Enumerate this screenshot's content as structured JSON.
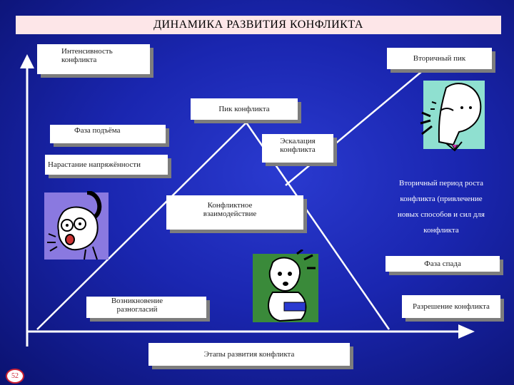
{
  "title": "ДИНАМИКА РАЗВИТИЯ КОНФЛИКТА",
  "labels": {
    "intensity": "Интенсивность конфликта",
    "secondary_peak": "Вторичный пик",
    "peak": "Пик конфликта",
    "rise_phase": "Фаза подъёма",
    "escalation": "Эскалация конфликта",
    "tension_growth": "Нарастание напряжённости",
    "secondary_growth": "Вторичный период роста конфликта (привлечение новых способов и сил для конфликта",
    "interaction": "Конфликтное взаимодействие",
    "decline_phase": "Фаза спада",
    "disagreement": "Возникновение разногласий",
    "resolution": "Разрешение конфликта",
    "stages": "Этапы развития конфликта"
  },
  "secondary_growth_lines": [
    "Вторичный период роста",
    "конфликта (привлечение",
    "новых способов и сил для",
    "конфликта"
  ],
  "page_number": "52",
  "colors": {
    "background": "#1a26b0",
    "title_bar": "#fde6e8",
    "axis": "#ffffff",
    "box_shadow": "#7d7d7d",
    "cartoon_bg_purple": "#8a79e0",
    "cartoon_bg_teal": "#8fe0d0",
    "cartoon_bg_green": "#3a8a3a"
  },
  "icons": [
    "axis-arrow-up-icon",
    "axis-arrow-right-icon",
    "thinking-man-cartoon",
    "surprised-man-cartoon",
    "shouting-man-cartoon"
  ]
}
